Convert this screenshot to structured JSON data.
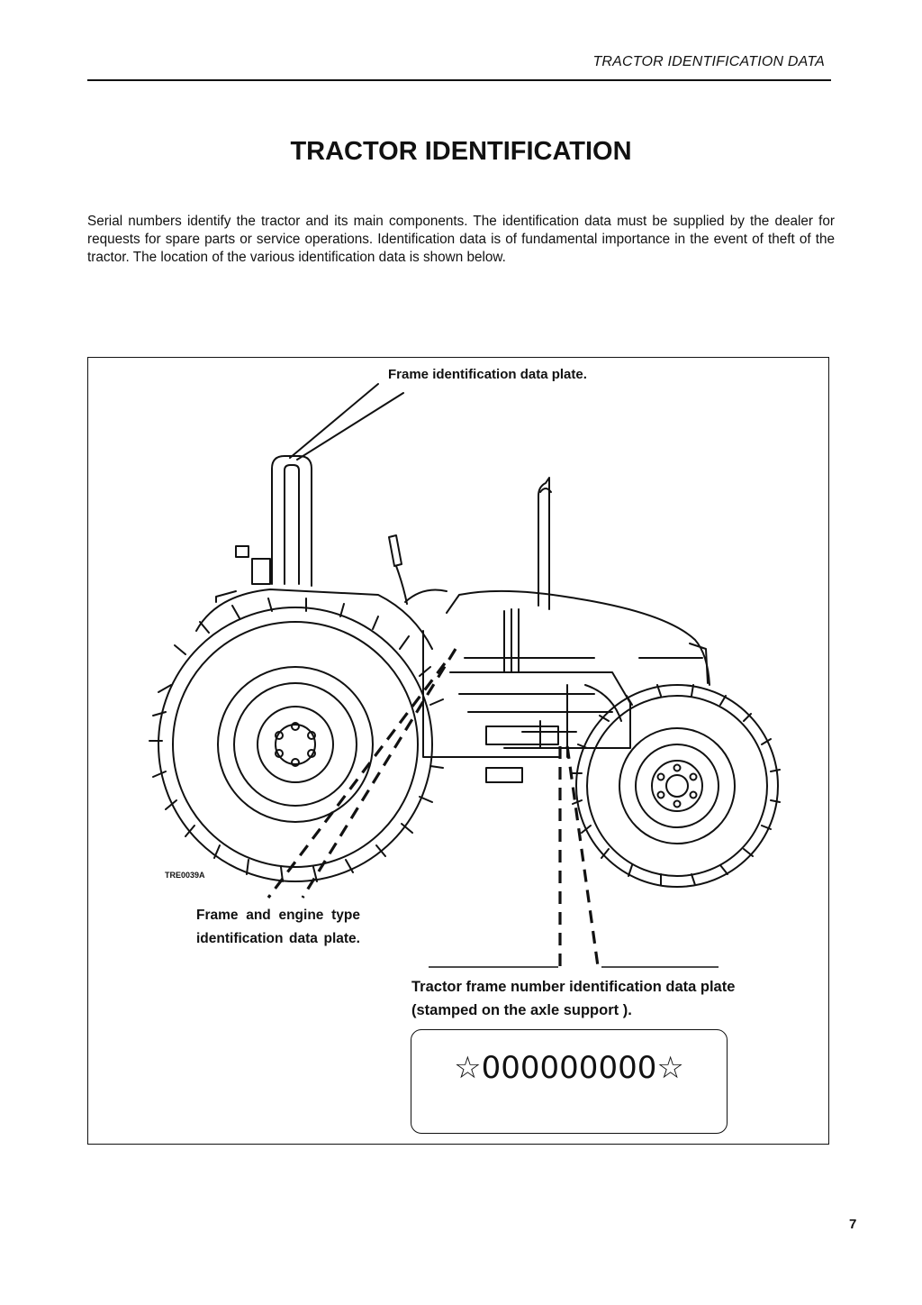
{
  "header": {
    "running_head": "TRACTOR IDENTIFICATION DATA"
  },
  "page": {
    "title": "TRACTOR IDENTIFICATION",
    "intro": "Serial numbers identify the tractor and its main components. The identification data must be supplied by the dealer for requests for spare parts or service operations. Identification data is of fundamental importance in the event of theft of the tractor. The location of the various identification data is shown below.",
    "page_number": "7"
  },
  "figure": {
    "label_frame_plate": "Frame identification data plate.",
    "image_code": "TRE0039A",
    "label_engine_plate": "Frame and engine type identification data plate.",
    "label_axle_plate": "Tractor frame number identification data plate (stamped on the axle support ).",
    "plate_number": "☆000000000☆"
  }
}
